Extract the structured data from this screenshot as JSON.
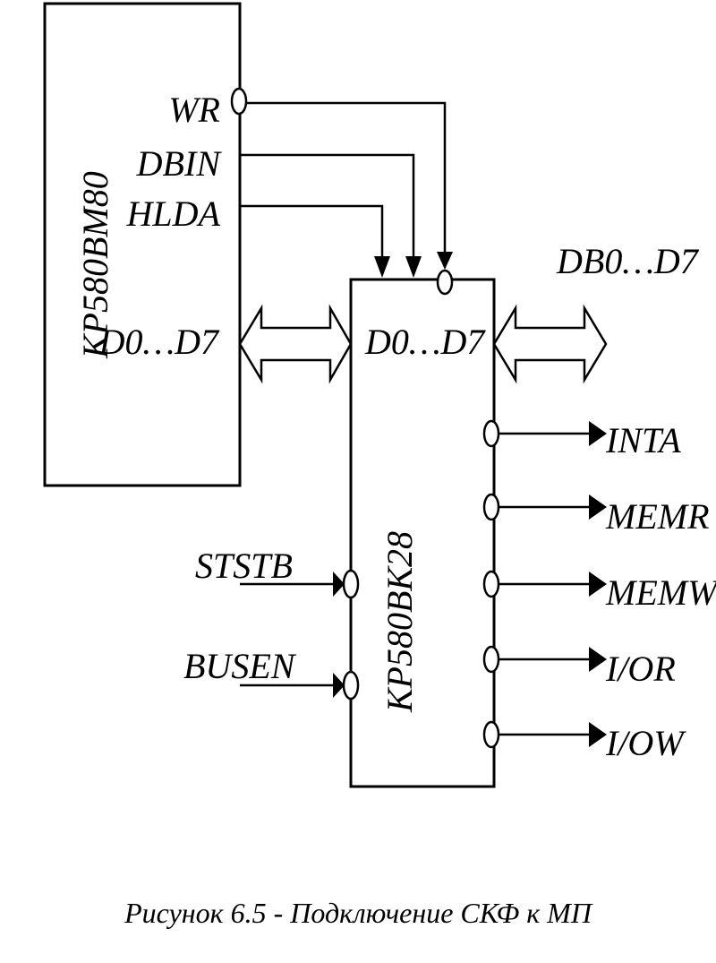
{
  "cpu": {
    "name": "КР580ВМ80",
    "pins": {
      "wr": "WR",
      "dbin": "DBIN",
      "hlda": "HLDA",
      "data": "D0…D7"
    }
  },
  "controller": {
    "name": "КР580ВК28",
    "data": "D0…D7",
    "inputs": {
      "ststb": "STSTB",
      "busen": "BUSEN"
    },
    "outputs": [
      "INTA",
      "MEMR",
      "MEMW",
      "I/OR",
      "I/OW"
    ]
  },
  "system_bus": "DB0…D7",
  "caption": "Рисунок 6.5 - Подключение СКФ к МП"
}
